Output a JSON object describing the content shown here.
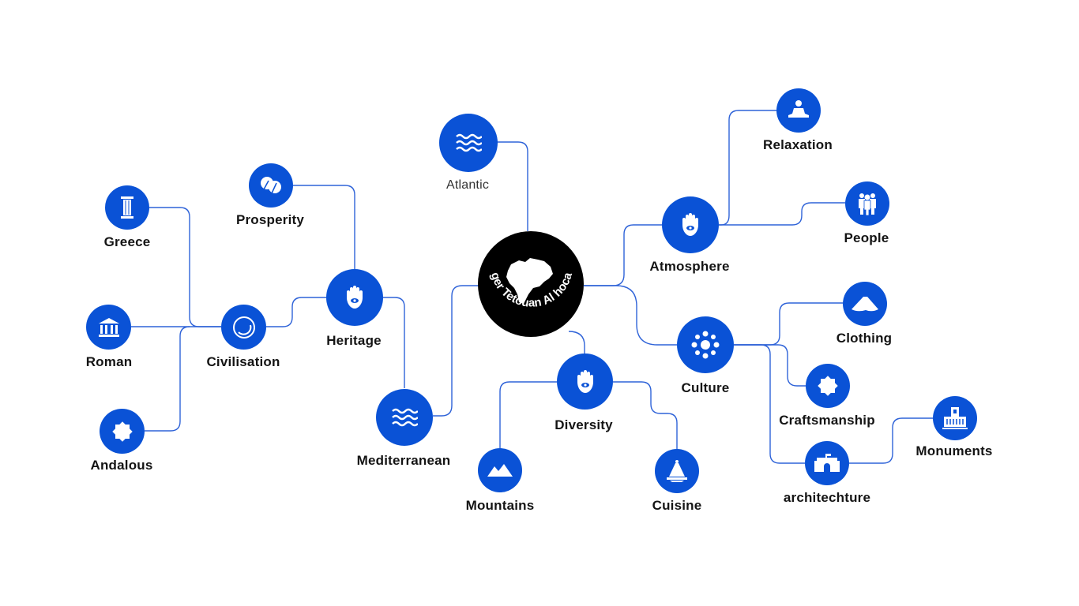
{
  "center": {
    "title": "Tanger Tetouan Al hocaima"
  },
  "nodes": {
    "atlantic": {
      "label": "Atlantic",
      "icon": "waves-icon"
    },
    "mediterranean": {
      "label": "Mediterranean",
      "icon": "waves-icon"
    },
    "heritage": {
      "label": "Heritage",
      "icon": "hamsa-icon"
    },
    "prosperity": {
      "label": "Prosperity",
      "icon": "leaf-icon"
    },
    "civilisation": {
      "label": "Civilisation",
      "icon": "ring-icon"
    },
    "greece": {
      "label": "Greece",
      "icon": "column-icon"
    },
    "roman": {
      "label": "Roman",
      "icon": "temple-icon"
    },
    "andalous": {
      "label": "Andalous",
      "icon": "star-icon"
    },
    "diversity": {
      "label": "Diversity",
      "icon": "hamsa-icon"
    },
    "mountains": {
      "label": "Mountains",
      "icon": "mountain-icon"
    },
    "cuisine": {
      "label": "Cuisine",
      "icon": "tajine-icon"
    },
    "atmosphere": {
      "label": "Atmosphere",
      "icon": "hamsa-icon"
    },
    "relaxation": {
      "label": "Relaxation",
      "icon": "meditation-icon"
    },
    "people": {
      "label": "People",
      "icon": "people-icon"
    },
    "culture": {
      "label": "Culture",
      "icon": "circle-people-icon"
    },
    "clothing": {
      "label": "Clothing",
      "icon": "clothing-icon"
    },
    "craftsmanship": {
      "label": "Craftsmanship",
      "icon": "star-icon"
    },
    "architechture": {
      "label": "architechture",
      "icon": "castle-icon"
    },
    "monuments": {
      "label": "Monuments",
      "icon": "monument-icon"
    }
  },
  "colors": {
    "node": "#0a52d6",
    "link": "#2f63d8",
    "center": "#000000"
  }
}
